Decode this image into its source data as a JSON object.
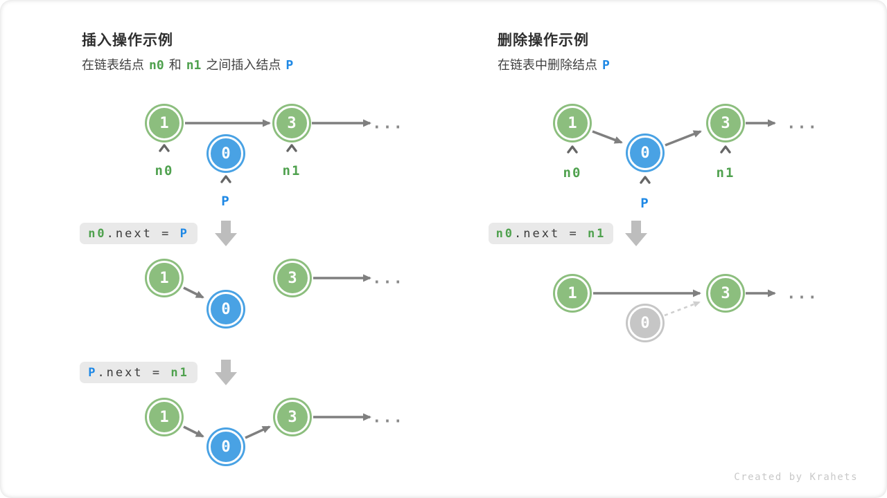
{
  "colors": {
    "green_node": "#8CBE7E",
    "green_text": "#4FA14E",
    "blue_node": "#49A2E4",
    "blue_text": "#1E88E5",
    "gray_node": "#C6C6C6",
    "arrow_gray": "#7F7F7F",
    "code_bg": "#E9E9E9",
    "block_arrow_gray": "#BDBDBD",
    "dashed_gray": "#CFCFCF",
    "watermark_gray": "#C8C8C8"
  },
  "shared": {
    "ellipsis": "...",
    "watermark": "Created by Krahets",
    "node_values": {
      "one": "1",
      "zero": "0",
      "three": "3"
    }
  },
  "insert": {
    "title": "插入操作示例",
    "subtitle": {
      "t1": "在链表结点",
      "n0": "n0",
      "t2": "和",
      "n1": "n1",
      "t3": "之间插入结点",
      "p": "P"
    },
    "labels": {
      "n0": "n0",
      "n1": "n1",
      "p": "P"
    },
    "code_step1": {
      "obj": "n0",
      "mid": ".next = ",
      "val": "P"
    },
    "code_step2": {
      "obj": "P",
      "mid": ".next = ",
      "val": "n1"
    }
  },
  "delete": {
    "title": "删除操作示例",
    "subtitle": {
      "t1": "在链表中删除结点",
      "p": "P"
    },
    "labels": {
      "n0": "n0",
      "n1": "n1",
      "p": "P"
    },
    "code_step1": {
      "obj": "n0",
      "mid": ".next = ",
      "val": "n1"
    }
  }
}
